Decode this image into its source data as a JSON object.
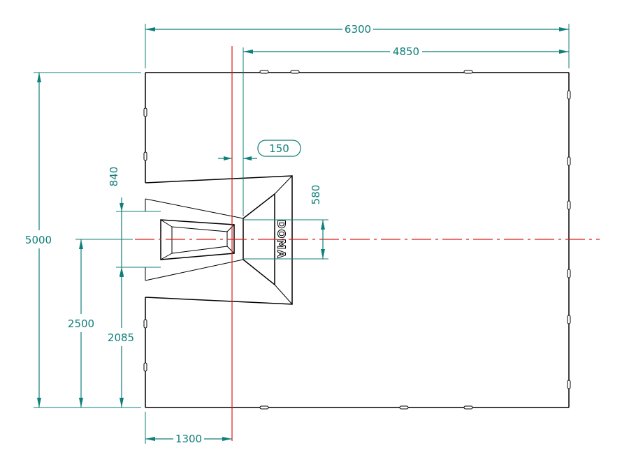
{
  "dimensions": {
    "overall_width": "6300",
    "right_width": "4850",
    "overall_height": "5000",
    "offset_small": "150",
    "opening_height": "840",
    "inner_height": "580",
    "center_height": "2500",
    "bottom_to_opening": "2085",
    "left_to_centerline": "1300"
  },
  "brand": {
    "logo_text": "DOMA"
  },
  "colors": {
    "dimension": "#0f7f7b",
    "centerline": "#e01b1b",
    "outline": "#000000"
  }
}
